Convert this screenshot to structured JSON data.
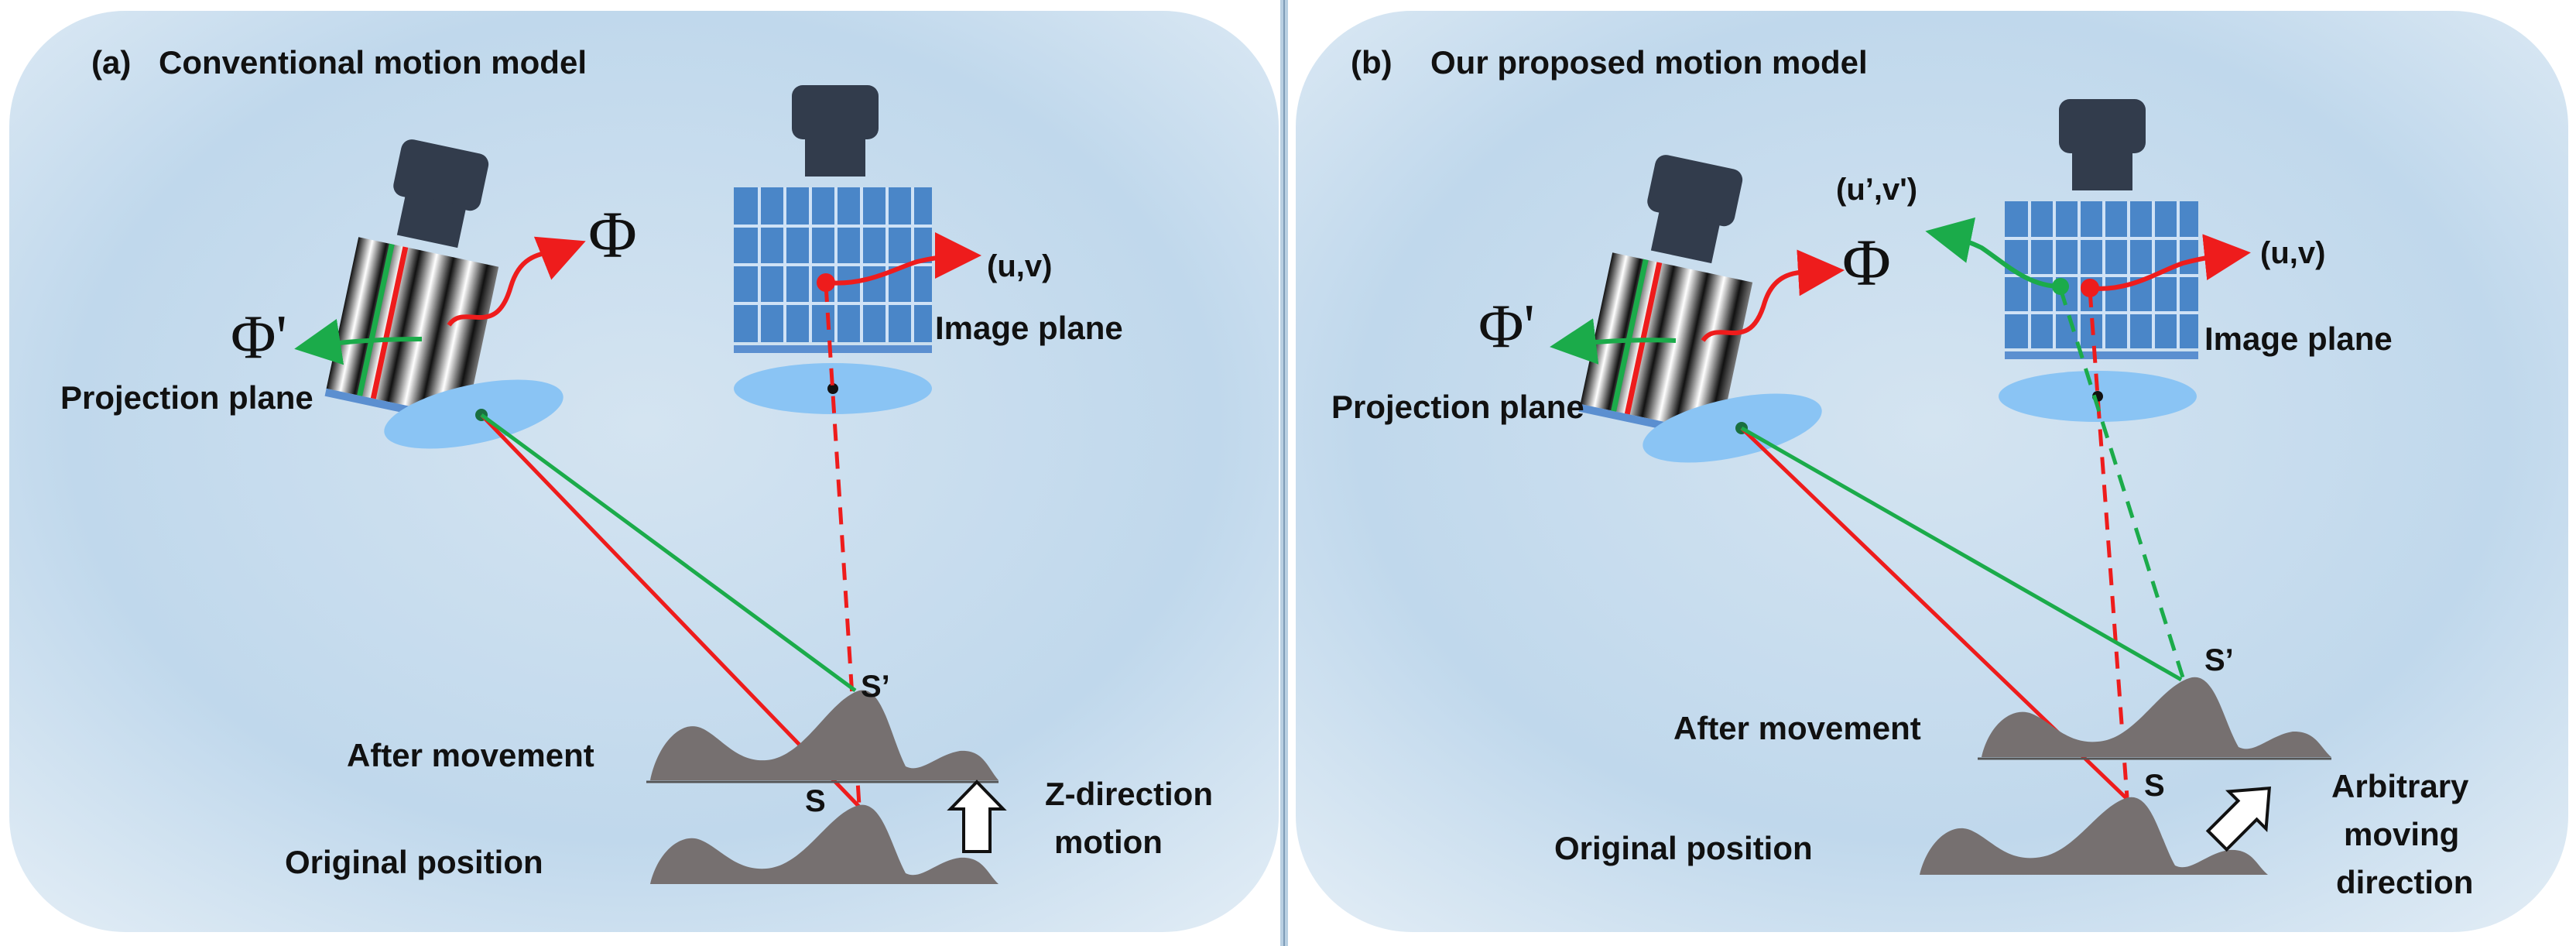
{
  "panel_a": {
    "tag": "(a)",
    "title": "Conventional motion model",
    "labels": {
      "phi": "Φ",
      "phi_prime": "Φ'",
      "uv": "(u,v)",
      "image_plane": "Image plane",
      "projection_plane": "Projection plane",
      "s_prime": "S’",
      "s": "S",
      "after_movement": "After movement",
      "original_position": "Original position",
      "motion_line1": "Z-direction",
      "motion_line2": "motion"
    }
  },
  "panel_b": {
    "tag": "(b)",
    "title": "Our proposed motion model",
    "labels": {
      "phi": "Φ",
      "phi_prime": "Φ'",
      "uv": "(u,v)",
      "uv_prime": "(u’,v')",
      "image_plane": "Image plane",
      "projection_plane": "Projection plane",
      "s_prime": "S’",
      "s": "S",
      "after_movement": "After movement",
      "original_position": "Original position",
      "motion_line1": "Arbitrary",
      "motion_line2": "moving",
      "motion_line3": "direction"
    }
  },
  "colors": {
    "red": "#ee1c1c",
    "green": "#1bab4a",
    "camera_body": "#323c4c",
    "lens": "#8ac4f4",
    "surface": "#767070",
    "grid": "#4a86c8",
    "background_edge": "#d6e6f2",
    "background_center": "#bcd5ea"
  },
  "icons": [
    "camera-icon",
    "projector-icon",
    "arrow-up-icon",
    "arrow-diagonal-icon"
  ]
}
